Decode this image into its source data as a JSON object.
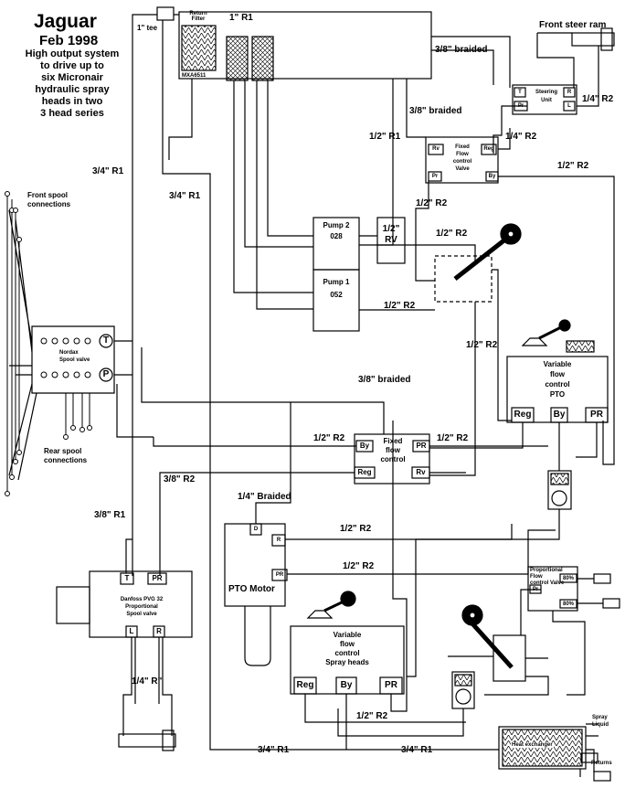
{
  "title": "Jaguar",
  "date": "Feb 1998",
  "description": [
    "High output system",
    "to drive up to",
    "six  Micronair",
    "hydraulic spray",
    "heads in two",
    "3 head series"
  ],
  "top_labels": {
    "tee": "1\" tee",
    "return_filter": [
      "Return",
      "Filter"
    ],
    "filter_part": "MXA6511",
    "r1_1in": "1\" R1",
    "braided_38_top": "3/8\" braided",
    "braided_38_mid": "3/8\" braided",
    "front_steer_ram": "Front steer ram",
    "steering_unit": [
      "Steering",
      "Unit"
    ],
    "steer_ports": {
      "t": "T",
      "r": "R",
      "pr": "Pr",
      "l": "L"
    },
    "r2_14_steer": "1/4\" R2",
    "r2_14_a": "1/4\" R2"
  },
  "fixed_flow_top": {
    "label": [
      "Fixed",
      "Flow",
      "control",
      "Valve"
    ],
    "ports": {
      "rv": "Rv",
      "reg": "Reg",
      "pr": "Pr",
      "by": "By"
    }
  },
  "hose_labels": {
    "r1_34_a": "3/4\" R1",
    "r1_34_b": "3/4\" R1",
    "r1_12": "1/2\" R1",
    "r2_12_a": "1/2\" R2",
    "r2_12_b": "1/2\" R2",
    "r2_12_c": "1/2\" R2",
    "r2_12_d": "1/2\" R2",
    "r2_12_e": "1/2\" R2",
    "r2_12_f": "1/2\" R2",
    "r2_12_g": "1/2\" R2",
    "r2_12_h": "1/2\" R2",
    "r2_12_i": "1/2\" R2",
    "r2_12_j": "1/2\" R2",
    "braided_38_c": "3/8\" braided",
    "r2_38": "3/8\" R2",
    "r1_38": "3/8\" R1",
    "braided_14": "1/4\" Braided",
    "r_14": "1/4\" R\"",
    "r1_34_bot_a": "3/4\" R1",
    "r1_34_bot_b": "3/4\" R1"
  },
  "spool": {
    "front": [
      "Front spool",
      "connections"
    ],
    "rear": [
      "Rear spool",
      "connections"
    ],
    "valve": [
      "Nordax",
      "Spool valve"
    ],
    "t": "T",
    "p": "P"
  },
  "pumps": {
    "pump2": [
      "Pump 2",
      "028"
    ],
    "pump1": [
      "Pump 1",
      "052"
    ],
    "rv": [
      "1/2\"",
      "RV"
    ]
  },
  "variable_pto": {
    "label": [
      "Variable",
      "flow",
      "control",
      "PTO"
    ],
    "reg": "Reg",
    "by": "By",
    "pr": "PR"
  },
  "fixed_flow_mid": {
    "label": [
      "Fixed",
      "flow",
      "control"
    ],
    "by": "By",
    "pr": "PR",
    "reg": "Reg",
    "rv": "Rv"
  },
  "pto_motor": {
    "label": "PTO Motor",
    "d": "D",
    "r": "R",
    "pr": "PR"
  },
  "danfoss": {
    "label": [
      "Danfoss PVG 32",
      "Proportional",
      "Spool valve"
    ],
    "t": "T",
    "pr": "PR",
    "l": "L",
    "r": "R"
  },
  "prop_flow": {
    "label": [
      "Proportional",
      "Flow",
      "control Valve"
    ],
    "pr": "Pr",
    "pct1": "80%",
    "pct2": "80%"
  },
  "variable_spray": {
    "label": [
      "Variable",
      "flow",
      "control",
      "Spray heads"
    ],
    "reg": "Reg",
    "by": "By",
    "pr": "PR"
  },
  "heat_exchanger": "Heat exchanger",
  "spray_liquid": [
    "Spray",
    "Liquid"
  ],
  "returns": "Returns"
}
